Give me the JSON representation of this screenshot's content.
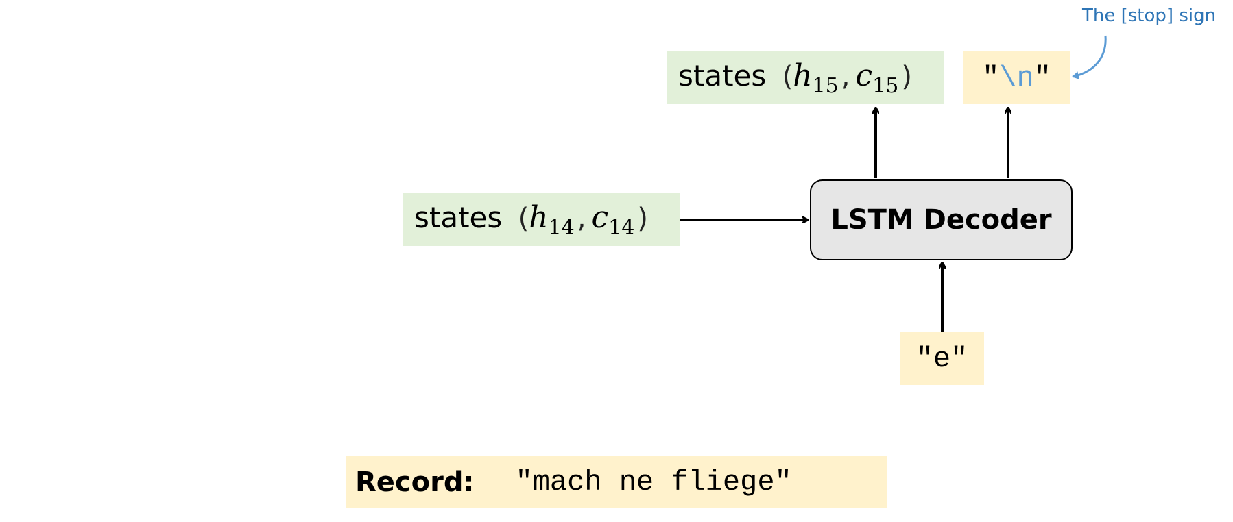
{
  "diagram": {
    "output_states": {
      "word": "states",
      "open": "(",
      "h": "h",
      "h_sub": "15",
      "comma": ",",
      "c": "c",
      "c_sub": "15",
      "close": ")"
    },
    "input_states": {
      "word": "states",
      "open": "(",
      "h": "h",
      "h_sub": "14",
      "comma": ",",
      "c": "c",
      "c_sub": "14",
      "close": ")"
    },
    "decoder_label": "LSTM Decoder",
    "output_token": {
      "q1": "\"",
      "value": "\\n",
      "q2": "\""
    },
    "input_token": "\"e\"",
    "annotation": "The [stop] sign",
    "record": {
      "label": "Record:",
      "value": "\"mach ne fliege\""
    },
    "colors": {
      "state_box": "#e2f0d9",
      "token_box": "#fff2cc",
      "decoder_fill": "#e6e6e6",
      "annotation": "#2e75b6",
      "annotation_arrow": "#5b9bd5"
    }
  }
}
